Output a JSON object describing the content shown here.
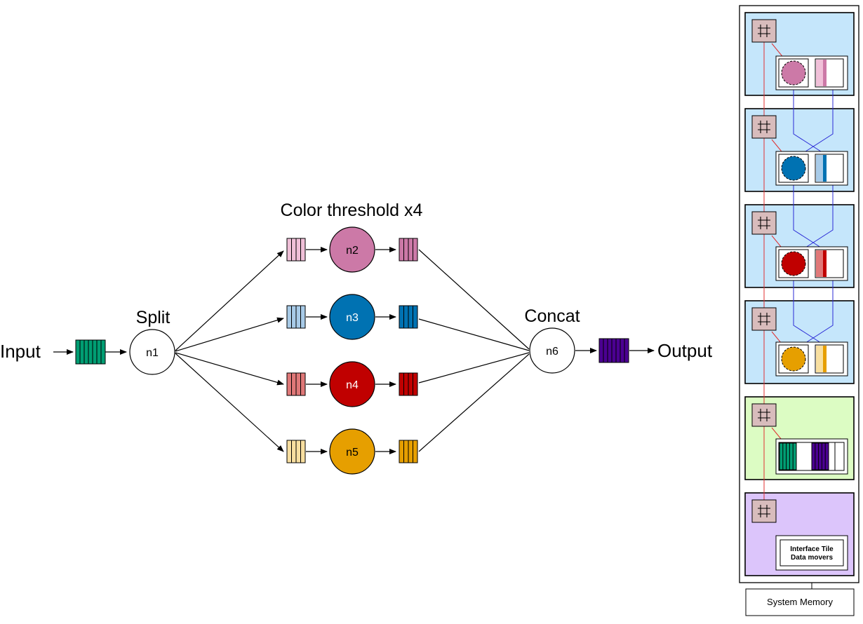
{
  "labels": {
    "input": "Input",
    "output": "Output",
    "split": "Split",
    "concat": "Concat",
    "group": "Color threshold x4"
  },
  "nodes": [
    {
      "id": "n1",
      "label": "n1",
      "fill": "#ffffff",
      "text_color": "#000000"
    },
    {
      "id": "n2",
      "label": "n2",
      "fill": "#cc79a7",
      "text_color": "#000000"
    },
    {
      "id": "n3",
      "label": "n3",
      "fill": "#0072b2",
      "text_color": "#ffffff"
    },
    {
      "id": "n4",
      "label": "n4",
      "fill": "#c00000",
      "text_color": "#ffffff"
    },
    {
      "id": "n5",
      "label": "n5",
      "fill": "#e69f00",
      "text_color": "#000000"
    },
    {
      "id": "n6",
      "label": "n6",
      "fill": "#ffffff",
      "text_color": "#000000"
    }
  ],
  "colors": {
    "input_buffer": "#009e73",
    "output_buffer": "#4b0092",
    "pink_light": "#f0c0d8",
    "pink": "#cc79a7",
    "blue_light": "#a8cbe8",
    "blue": "#0072b2",
    "red_light": "#e07878",
    "red": "#c00000",
    "yellow_light": "#f8dfa0",
    "yellow": "#e69f00",
    "tile_compute": "#c5e6fb",
    "tile_memory": "#dcfcc3",
    "tile_interface": "#dcc5fb",
    "switch_box": "#d8bcbc",
    "route_red": "#e03030",
    "route_blue": "#2b2bd6"
  },
  "array": {
    "interface_tile_line1": "Interface Tile",
    "interface_tile_line2": "Data movers",
    "system_memory": "System Memory"
  },
  "icons": {
    "switch": "switch-crosshair-icon"
  }
}
